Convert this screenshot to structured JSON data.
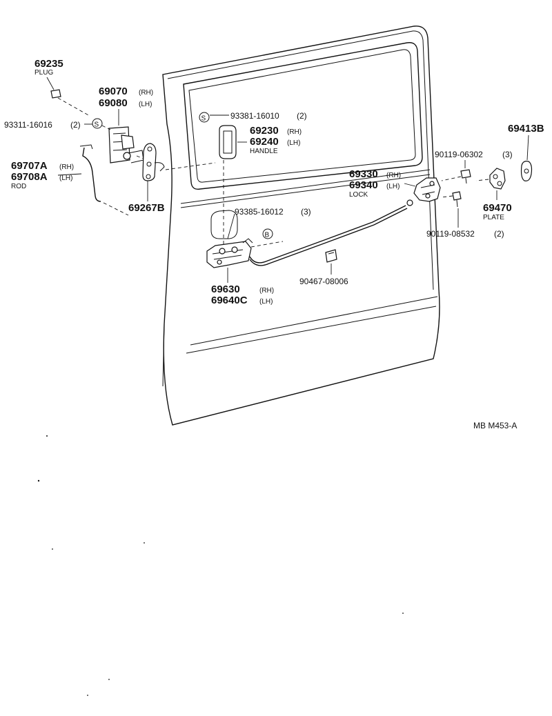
{
  "parts": {
    "p69235": {
      "num": "69235",
      "name": "PLUG"
    },
    "p69070": {
      "num_rh": "69070",
      "num_lh": "69080",
      "rh": "(RH)",
      "lh": "(LH)"
    },
    "p93311": {
      "num": "93311-16016",
      "qty": "(2)",
      "marker": "S"
    },
    "p69707": {
      "num_rh": "69707A",
      "num_lh": "69708A",
      "rh": "(RH)",
      "lh": "(LH)",
      "name": "ROD"
    },
    "p69267": {
      "num": "69267B"
    },
    "p93381": {
      "marker": "S",
      "num": "93381-16010",
      "qty": "(2)"
    },
    "p69230": {
      "num_rh": "69230",
      "num_lh": "69240",
      "rh": "(RH)",
      "lh": "(LH)",
      "name": "HANDLE"
    },
    "p93385": {
      "num": "93385-16012",
      "qty": "(3)",
      "marker": "B"
    },
    "p69630": {
      "num_rh": "69630",
      "num_lh": "69640C",
      "rh": "(RH)",
      "lh": "(LH)"
    },
    "p90467": {
      "num": "90467-08006"
    },
    "p69413": {
      "num": "69413B"
    },
    "p90119a": {
      "num": "90119-06302",
      "qty": "(3)"
    },
    "p69330": {
      "num_rh": "69330",
      "num_lh": "69340",
      "rh": "(RH)",
      "lh": "(LH)",
      "name": "LOCK"
    },
    "p69470": {
      "num": "69470",
      "name": "PLATE"
    },
    "p90119b": {
      "num": "90119-08532",
      "qty": "(2)"
    }
  },
  "diagram_code": "MB  M453-A"
}
